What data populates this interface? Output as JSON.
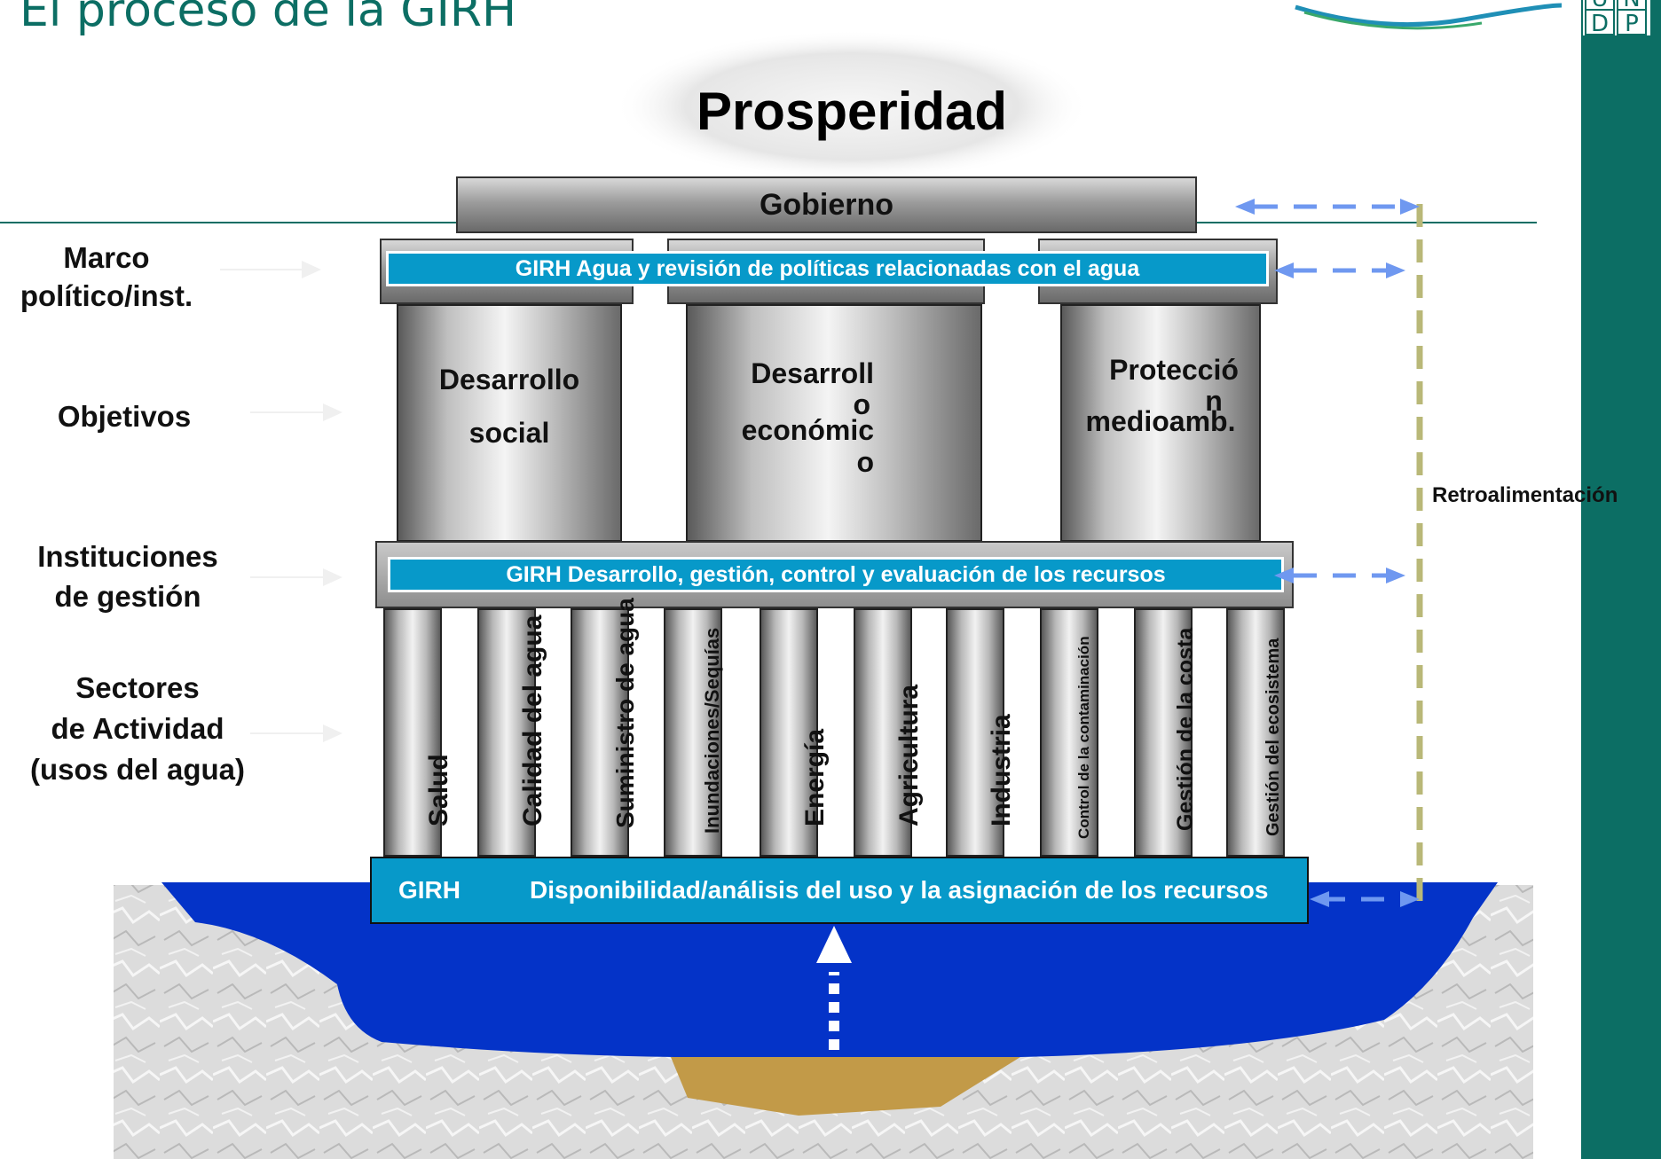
{
  "title": "El proceso de la GIRH",
  "logo_letters": [
    "U",
    "N",
    "D",
    "P"
  ],
  "prosperity": "Prosperidad",
  "government": "Gobierno",
  "band_policy": "GIRH Agua y  revisión de políticas relacionadas con el agua",
  "band_management": "GIRH Desarrollo, gestión, control y evaluación de los recursos",
  "band_resources": {
    "prefix": "GIRH",
    "text": "Disponibilidad/análisis del uso y la asignación de los recursos"
  },
  "objectives": [
    {
      "lines": [
        "Desarrollo",
        "social"
      ]
    },
    {
      "lines": [
        "Desarroll",
        "o",
        "económic",
        "o"
      ]
    },
    {
      "lines": [
        "Protecció",
        "n",
        "medioamb."
      ]
    }
  ],
  "sectors": [
    "Salud",
    "Calidad del agua",
    "Suministro de agua",
    "Inundaciones/Sequías",
    "Energía",
    "Agricultura",
    "Industria",
    "Control de la contaminación",
    "Gestión de la costa",
    "Gestión del ecosistema"
  ],
  "left_labels": {
    "policy": [
      "Marco",
      "político/inst."
    ],
    "objectives": [
      "Objetivos"
    ],
    "institutions": [
      "Instituciones",
      "de gestión"
    ],
    "sectors": [
      "Sectores",
      "de Actividad",
      "(usos del agua)"
    ]
  },
  "feedback": "Retroalimentación",
  "colors": {
    "teal": "#0c6e64",
    "band_blue": "#0799c9",
    "water_blue": "#0433c8",
    "dash_arrow": "#6f98f0",
    "feedback_line": "#b9b878",
    "sand": "#c29a48"
  }
}
